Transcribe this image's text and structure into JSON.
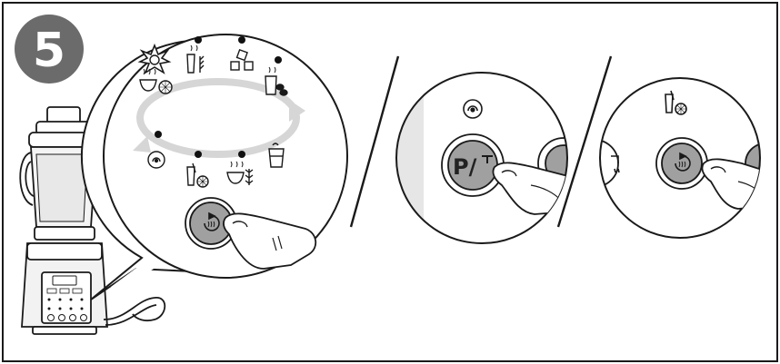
{
  "step": {
    "number": "5"
  },
  "panels": [
    {
      "id": "program-wheel",
      "description_icons": [
        "sun-icon",
        "smoothie-icon",
        "ice-crush-icon",
        "soup-icon",
        "soy-milk-icon",
        "fruit-juice-icon",
        "grain-soup-icon",
        "clean-icon"
      ]
    },
    {
      "id": "pulse-button",
      "button_text": "P/",
      "icon": "clean-icon"
    },
    {
      "id": "heat-button",
      "icon": "fruit-juice-icon"
    }
  ],
  "colors": {
    "step_badge": "#6b6b6b",
    "button_fill": "#a0a0a0",
    "panel_shade": "#e6e6e6",
    "line": "#1a1a1a"
  }
}
